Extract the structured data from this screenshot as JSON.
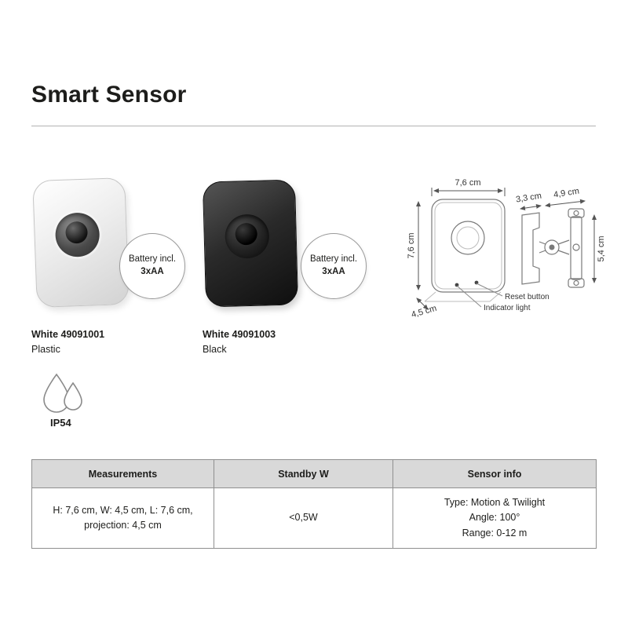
{
  "page": {
    "title": "Smart Sensor"
  },
  "products": [
    {
      "name": "White 49091001",
      "material": "Plastic",
      "badge_line1": "Battery incl.",
      "badge_line2": "3xAA"
    },
    {
      "name": "White 49091003",
      "material": "Black",
      "badge_line1": "Battery incl.",
      "badge_line2": "3xAA"
    }
  ],
  "diagram": {
    "width_label": "7,6 cm",
    "height_label": "7,6 cm",
    "depth_label": "4,5 cm",
    "bracket_depth_label": "3,3 cm",
    "bracket_width_label": "4,9 cm",
    "bracket_height_label": "5,4 cm",
    "reset_label": "Reset button",
    "indicator_label": "Indicator light"
  },
  "rating": {
    "label": "IP54"
  },
  "table": {
    "headers": [
      "Measurements",
      "Standby W",
      "Sensor info"
    ],
    "row": {
      "measurements": "H: 7,6 cm, W: 4,5 cm, L: 7,6 cm,\nprojection: 4,5 cm",
      "standby_w": "<0,5W",
      "sensor_info": "Type: Motion & Twilight\nAngle: 100°\nRange: 0-12 m"
    }
  }
}
